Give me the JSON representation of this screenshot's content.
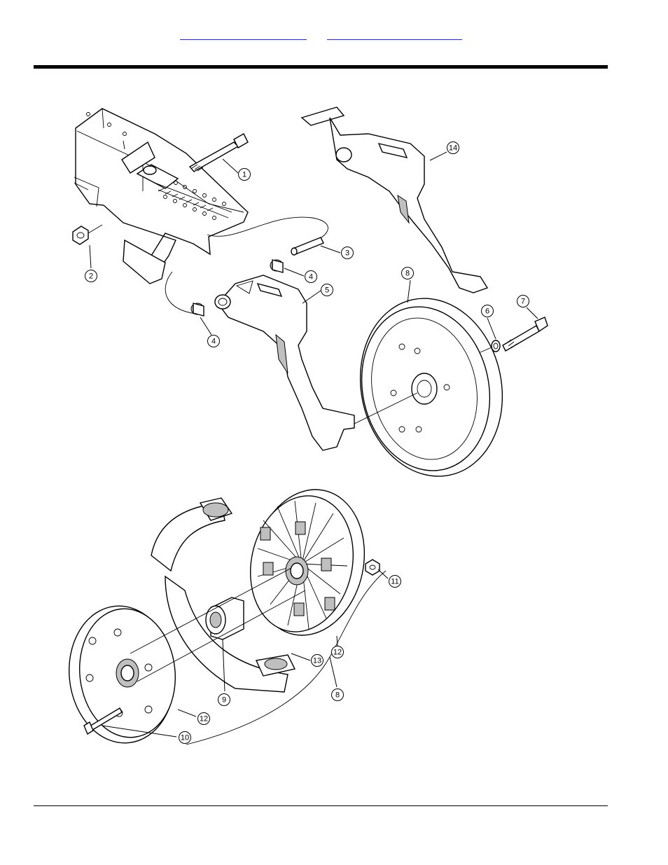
{
  "header": {
    "link_1": "",
    "link_2": ""
  },
  "figure": {
    "callouts": [
      {
        "id": "c1",
        "label": "1"
      },
      {
        "id": "c2",
        "label": "2"
      },
      {
        "id": "c3",
        "label": "3"
      },
      {
        "id": "c4a",
        "label": "4"
      },
      {
        "id": "c4b",
        "label": "4"
      },
      {
        "id": "c5",
        "label": "5"
      },
      {
        "id": "c6",
        "label": "6"
      },
      {
        "id": "c7",
        "label": "7"
      },
      {
        "id": "c8a",
        "label": "8"
      },
      {
        "id": "c14",
        "label": "14"
      },
      {
        "id": "c8b",
        "label": "8"
      },
      {
        "id": "c9",
        "label": "9"
      },
      {
        "id": "c10",
        "label": "10"
      },
      {
        "id": "c11",
        "label": "11"
      },
      {
        "id": "c12a",
        "label": "12"
      },
      {
        "id": "c12b",
        "label": "12"
      },
      {
        "id": "c13",
        "label": "13"
      }
    ]
  }
}
